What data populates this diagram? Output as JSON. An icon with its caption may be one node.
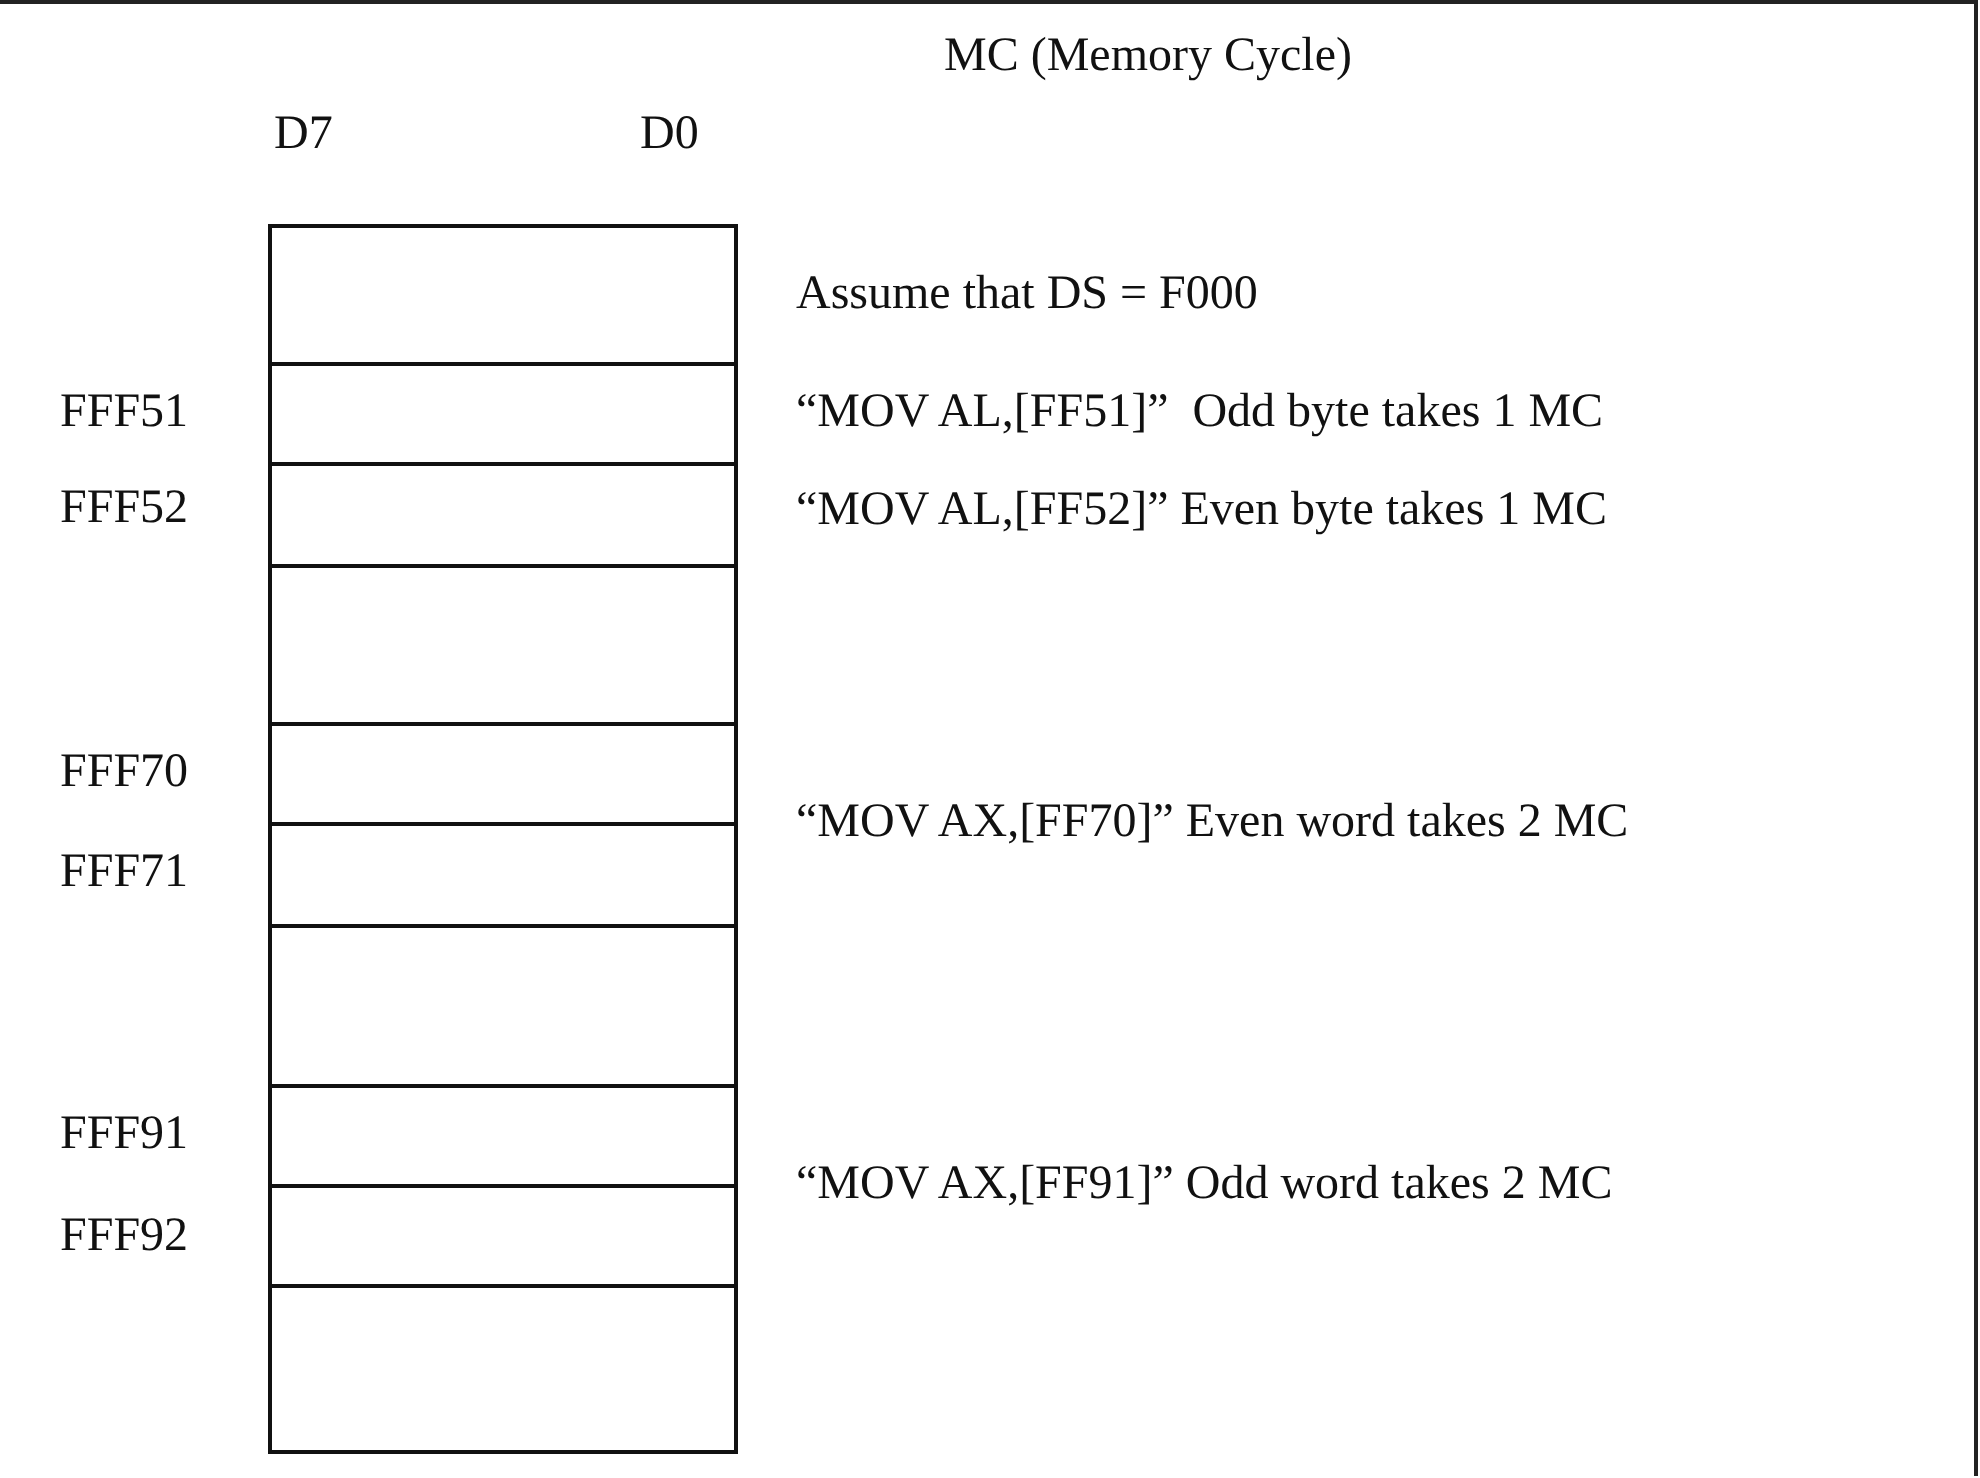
{
  "diagram": {
    "labels": [
      "MC (Memory Cycle)",
      "D7",
      "D0",
      "Assume that DS = F000",
      "FFF51",
      "“MOV AL,[FF51]”  Odd byte takes 1 MC",
      "FFF52",
      "“MOV AL,[FF52]” Even byte takes 1 MC",
      "FFF70",
      "“MOV AX,[FF70]” Even word takes 2 MC",
      "FFF71",
      "FFF91",
      "“MOV AX,[FF91]” Odd word takes 2 MC",
      "FFF92"
    ]
  }
}
